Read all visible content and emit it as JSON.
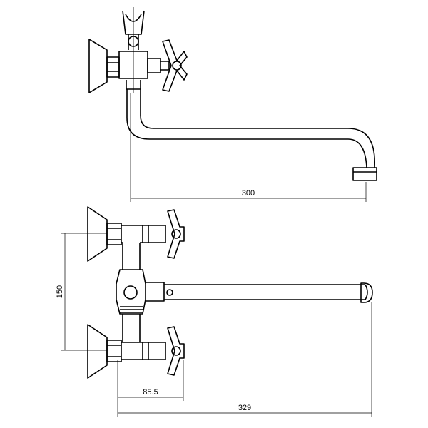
{
  "dimensions": {
    "spout_reach_top": "300",
    "center_distance": "150",
    "handle_offset": "85.5",
    "overall_length": "329"
  }
}
